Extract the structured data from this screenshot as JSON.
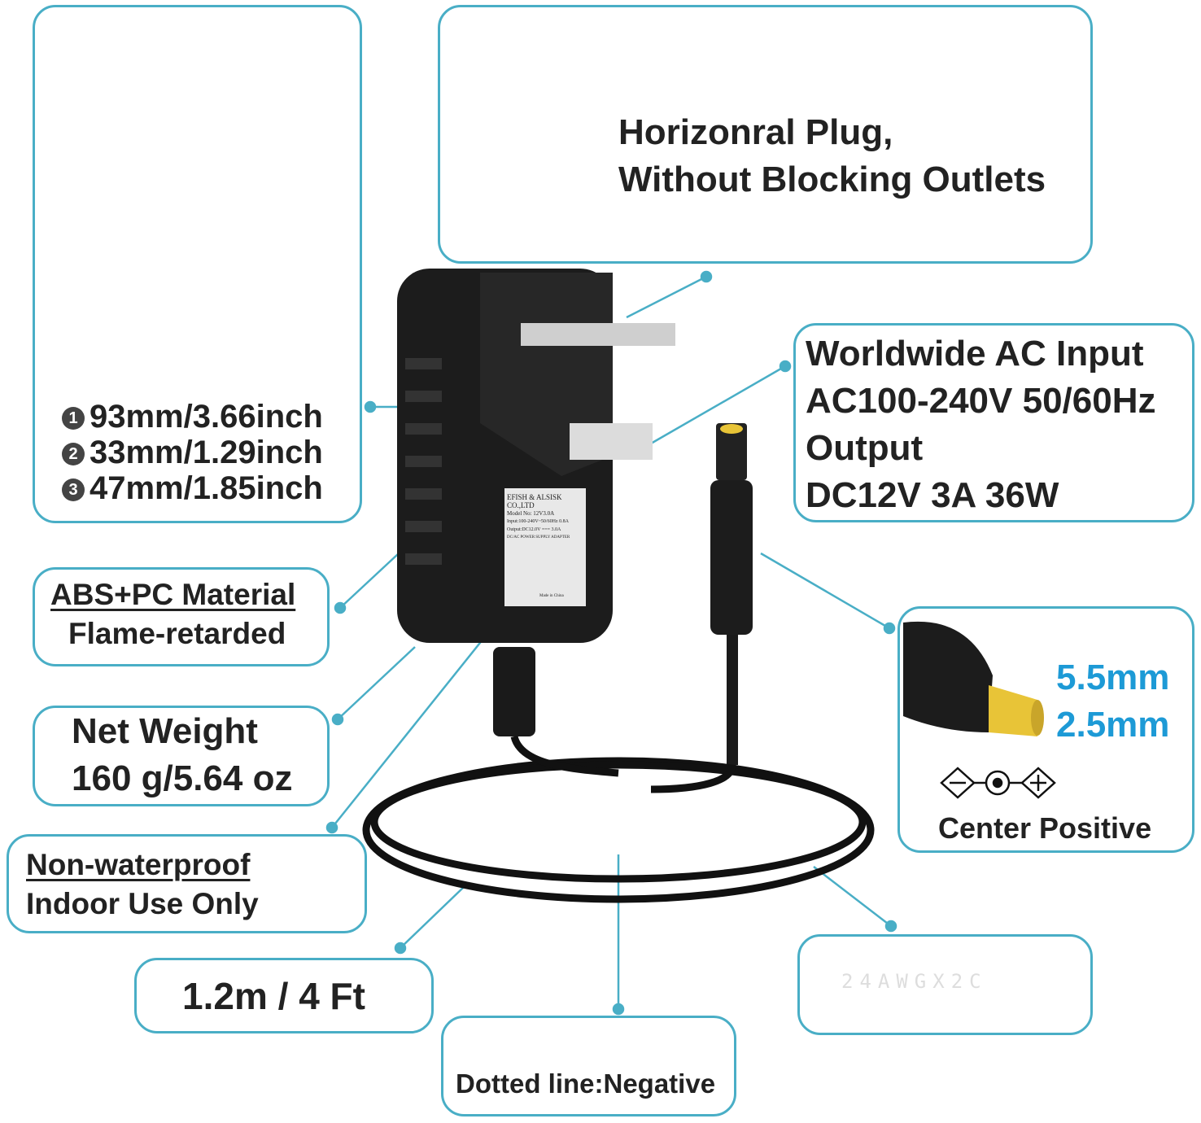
{
  "dimensions": {
    "badges": [
      "1",
      "2",
      "3"
    ],
    "lines": [
      {
        "badge": "1",
        "text": "93mm/3.66inch"
      },
      {
        "badge": "2",
        "text": "33mm/1.29inch"
      },
      {
        "badge": "3",
        "text": "47mm/1.85inch"
      }
    ]
  },
  "plug": {
    "line1": "Horizonral Plug,",
    "line2": "Without Blocking Outlets"
  },
  "specs": {
    "line1": "Worldwide AC Input",
    "line2": "AC100-240V 50/60Hz",
    "line3": "Output",
    "line4": "DC12V 3A 36W"
  },
  "material": {
    "line1": "ABS+PC Material",
    "line2": "Flame-retarded"
  },
  "weight": {
    "line1": "Net Weight",
    "line2": "160 g/5.64 oz"
  },
  "indoor": {
    "line1": "Non-waterproof",
    "line2": "Indoor Use Only"
  },
  "cable_length": "1.2m / 4 Ft",
  "negative": "Dotted line:Negative",
  "wire_print": "24AWGX2C",
  "connector": {
    "outer": "5.5mm",
    "inner": "2.5mm",
    "polarity": "Center Positive"
  },
  "label": {
    "brand": "EFISH & ALSISK CO.,LTD",
    "model": "Model No: 12V3.0A",
    "input": "Input:100-240V~50/60Hz 0.8A",
    "output": "Output:DC12.0V === 3.0A",
    "type": "DC/AC POWER SUPPLY ADAPTER",
    "origin": "Made in China"
  },
  "colors": {
    "accent": "#49aec6",
    "blue_text": "#1d9ad6",
    "adapter": "#1c1c1c",
    "tip": "#e8c437"
  }
}
